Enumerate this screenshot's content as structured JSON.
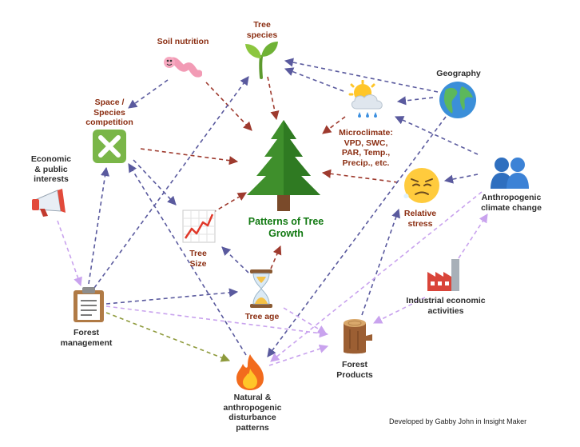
{
  "nodes": {
    "tree_species": [
      "Tree",
      "species"
    ],
    "soil_nutrition": [
      "Soil nutrition"
    ],
    "space_competition": [
      "Space /",
      "Species",
      "competition"
    ],
    "economic": [
      "Economic",
      "& public",
      "interests"
    ],
    "tree_growth": [
      "Patterns of Tree",
      "Growth"
    ],
    "geography": [
      "Geography"
    ],
    "microclimate": [
      "Microclimate:",
      "VPD, SWC,",
      "PAR, Temp.,",
      "Precip., etc."
    ],
    "relative_stress": [
      "Relative",
      "stress"
    ],
    "anthropogenic_cc": [
      "Anthropogenic",
      "climate change"
    ],
    "tree_size": [
      "Tree",
      "Size"
    ],
    "tree_age": [
      "Tree age"
    ],
    "industrial": [
      "Industrial economic",
      "activities"
    ],
    "forest_management": [
      "Forest",
      "management"
    ],
    "forest_products": [
      "Forest",
      "Products"
    ],
    "disturbance": [
      "Natural &",
      "anthropogenic",
      "disturbance",
      "patterns"
    ]
  },
  "credit": "Developed by Gabby John in Insight Maker",
  "colors": {
    "label_red": "#8b2e12",
    "label_green": "#137a13",
    "edge_red": "#9e3a2e",
    "edge_blue": "#5a5a9e",
    "edge_lilac": "#c9a3ee",
    "edge_olive": "#8e9a3c"
  },
  "icons": {
    "tree_species": "seedling-icon",
    "soil_nutrition": "worm-icon",
    "space_competition": "cross-box-icon",
    "economic": "megaphone-icon",
    "tree_growth": "evergreen-tree-icon",
    "geography": "globe-icon",
    "microclimate": "sun-cloud-rain-icon",
    "relative_stress": "anxious-face-icon",
    "anthropogenic_cc": "people-icon",
    "tree_size": "chart-increasing-icon",
    "tree_age": "hourglass-icon",
    "industrial": "factory-icon",
    "forest_management": "clipboard-icon",
    "forest_products": "log-icon",
    "disturbance": "fire-icon"
  }
}
